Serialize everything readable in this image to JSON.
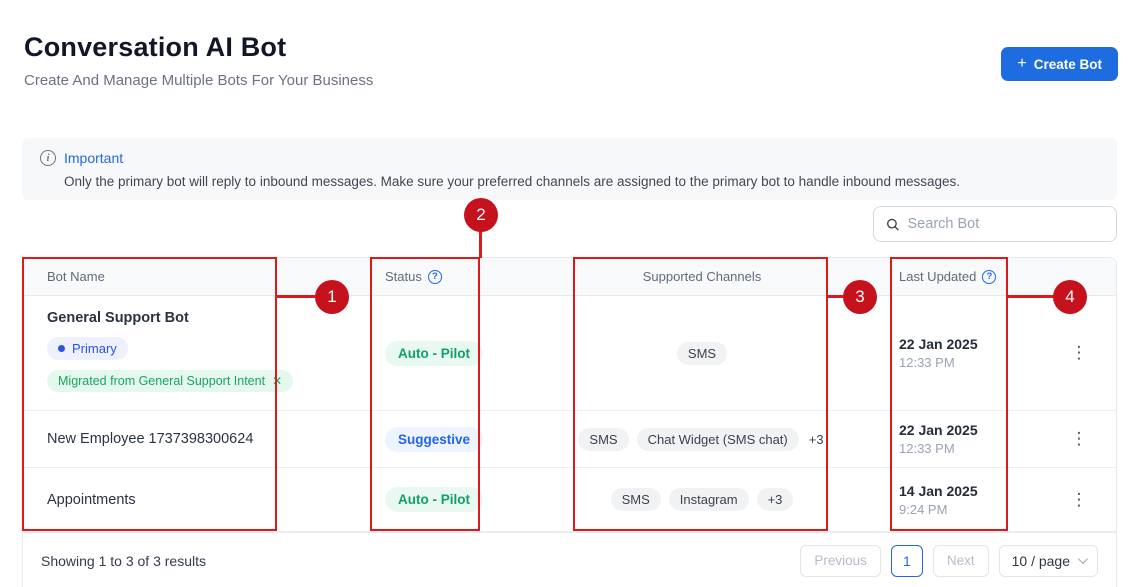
{
  "page": {
    "title": "Conversation AI Bot",
    "subtitle": "Create And Manage Multiple Bots For Your Business"
  },
  "header": {
    "create_bot_label": "Create Bot",
    "create_bot_icon": "+"
  },
  "banner": {
    "title": "Important",
    "body": "Only the primary bot will reply to inbound messages. Make sure your preferred channels are assigned to the primary bot to handle inbound messages."
  },
  "search": {
    "placeholder": "Search Bot"
  },
  "table": {
    "columns": {
      "name": "Bot Name",
      "status": "Status",
      "channels": "Supported Channels",
      "updated": "Last Updated"
    },
    "rows": [
      {
        "name": "General Support Bot",
        "primary_badge": "Primary",
        "migrated_badge": "Migrated from General Support Intent",
        "migrated_close": "✕",
        "status": "Auto - Pilot",
        "channels": [
          "SMS"
        ],
        "date": "22 Jan 2025",
        "time": "12:33 PM"
      },
      {
        "name": "New Employee 1737398300624",
        "status": "Suggestive",
        "channels": [
          "SMS",
          "Chat Widget (SMS chat)",
          "+3"
        ],
        "date": "22 Jan 2025",
        "time": "12:33 PM"
      },
      {
        "name": "Appointments",
        "status": "Auto - Pilot",
        "channels": [
          "SMS",
          "Instagram",
          "+3"
        ],
        "date": "14 Jan 2025",
        "time": "9:24 PM"
      }
    ],
    "kebab_icon": "⋮"
  },
  "footer": {
    "summary": "Showing 1 to 3 of 3 results",
    "previous_label": "Previous",
    "current_page": "1",
    "next_label": "Next",
    "page_size_label": "10 / page"
  },
  "annotations": [
    "1",
    "2",
    "3",
    "4"
  ],
  "colors": {
    "accent_blue": "#1d6ce0",
    "link_blue": "#2563eb",
    "status_green": "#0e9f6e",
    "badge_primary_blue": "#2456e0",
    "badge_migrated_green": "#17a55f",
    "annotation_red": "#dd1a1a",
    "annotation_circle_red": "#c5121d"
  }
}
